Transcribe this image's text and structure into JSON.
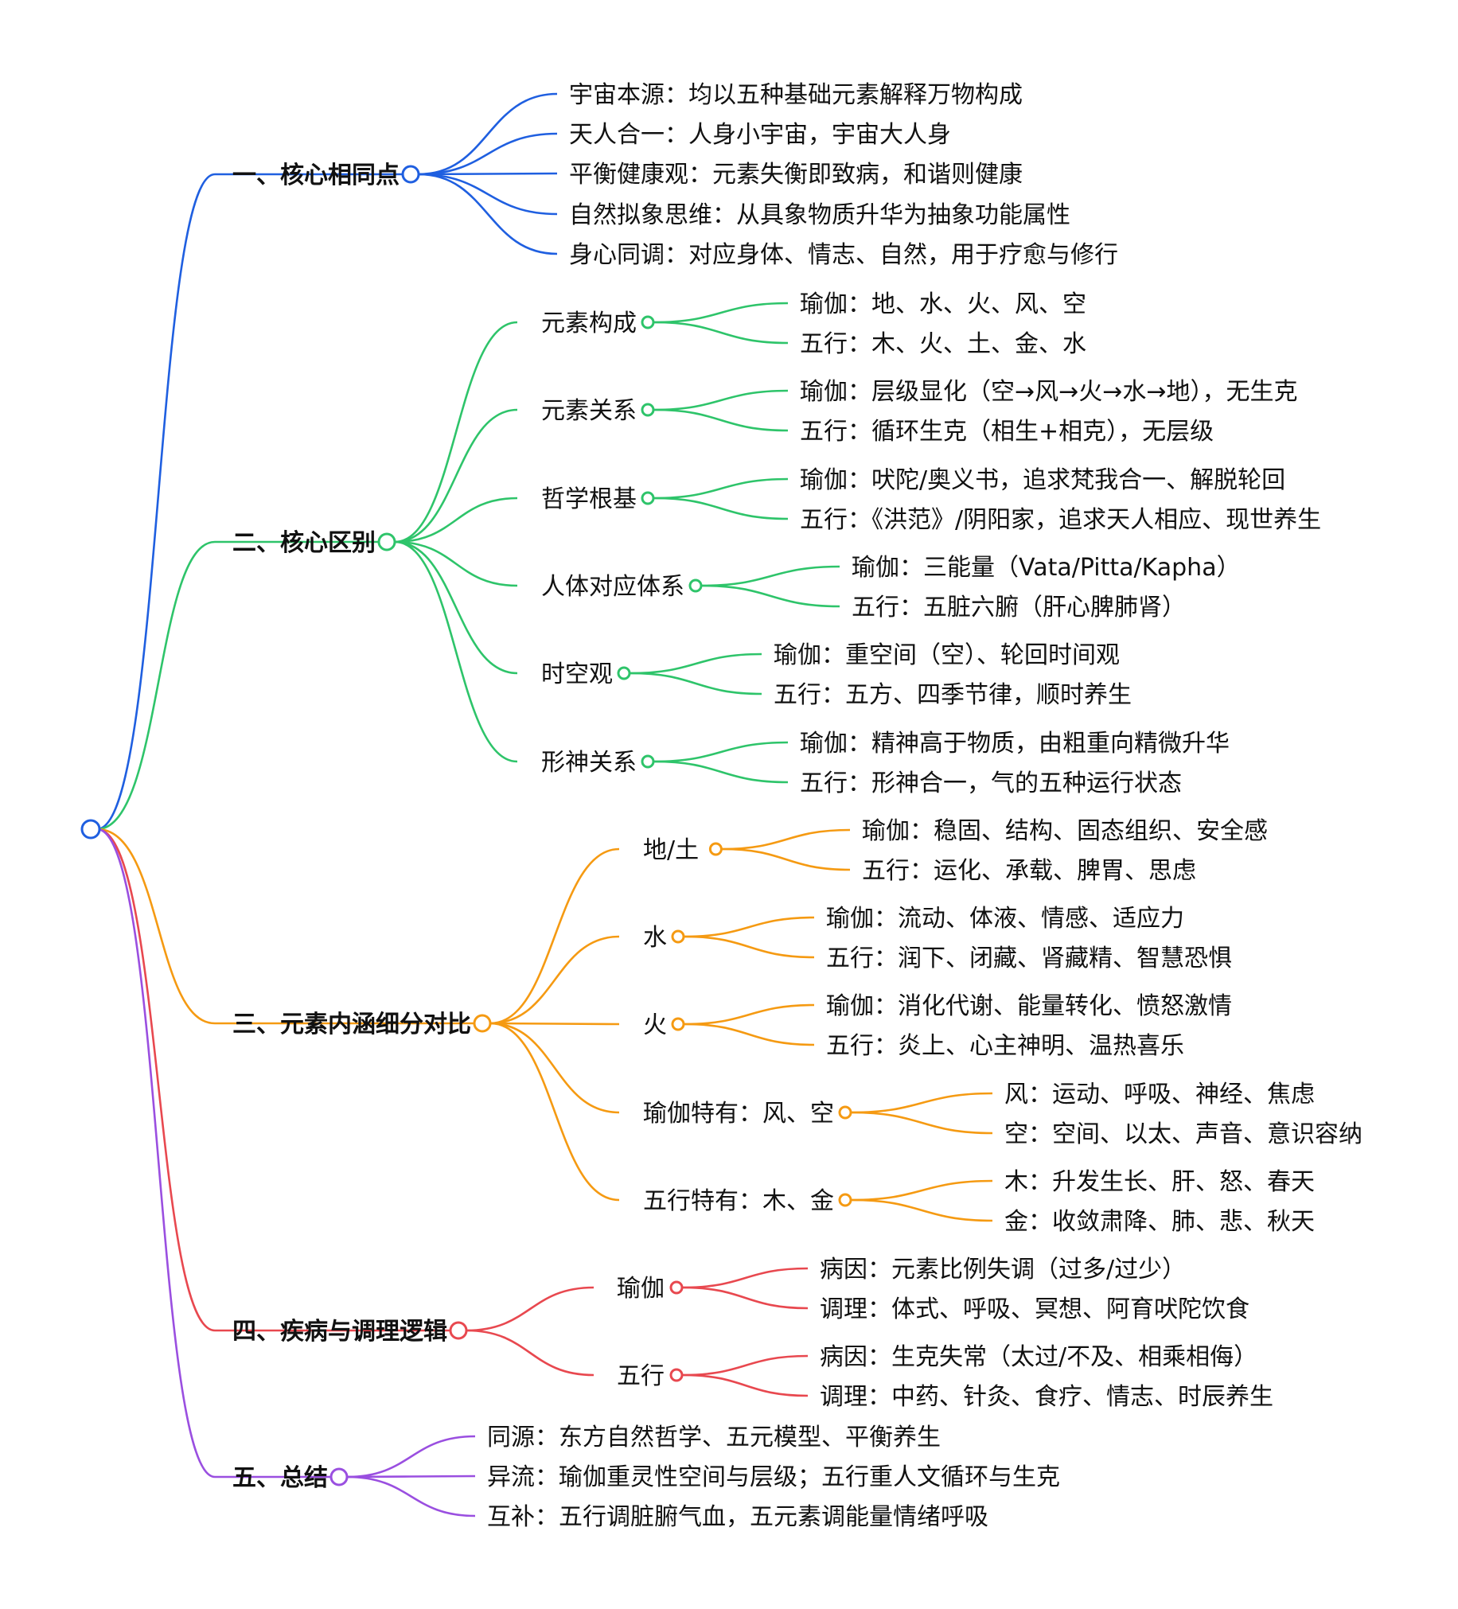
{
  "root": {
    "label": ""
  },
  "colors": {
    "blue": "#1f5fe0",
    "green": "#2ec46a",
    "orange": "#f59a12",
    "red": "#e8484f",
    "purple": "#9a4fe0"
  },
  "categories": [
    {
      "label": "一、核心相同点",
      "color": "blue",
      "leaves": [
        "宇宙本源：均以五种基础元素解释万物构成",
        "天人合一：人身小宇宙，宇宙大人身",
        "平衡健康观：元素失衡即致病，和谐则健康",
        "自然拟象思维：从具象物质升华为抽象功能属性",
        "身心同调：对应身体、情志、自然，用于疗愈与修行"
      ]
    },
    {
      "label": "二、核心区别",
      "color": "green",
      "subs": [
        {
          "label": "元素构成",
          "leaves": [
            "瑜伽：地、水、火、风、空",
            "五行：木、火、土、金、水"
          ]
        },
        {
          "label": "元素关系",
          "leaves": [
            "瑜伽：层级显化（空→风→火→水→地），无生克",
            "五行：循环生克（相生+相克），无层级"
          ]
        },
        {
          "label": "哲学根基",
          "leaves": [
            "瑜伽：吠陀/奥义书，追求梵我合一、解脱轮回",
            "五行：《洪范》/阴阳家，追求天人相应、现世养生"
          ]
        },
        {
          "label": "人体对应体系",
          "leaves": [
            "瑜伽：三能量（Vata/Pitta/Kapha）",
            "五行：五脏六腑（肝心脾肺肾）"
          ]
        },
        {
          "label": "时空观",
          "leaves": [
            "瑜伽：重空间（空）、轮回时间观",
            "五行：五方、四季节律，顺时养生"
          ]
        },
        {
          "label": "形神关系",
          "leaves": [
            "瑜伽：精神高于物质，由粗重向精微升华",
            "五行：形神合一，气的五种运行状态"
          ]
        }
      ]
    },
    {
      "label": "三、元素内涵细分对比",
      "color": "orange",
      "subs": [
        {
          "label": "地/土",
          "leaves": [
            "瑜伽：稳固、结构、固态组织、安全感",
            "五行：运化、承载、脾胃、思虑"
          ]
        },
        {
          "label": "水",
          "leaves": [
            "瑜伽：流动、体液、情感、适应力",
            "五行：润下、闭藏、肾藏精、智慧恐惧"
          ]
        },
        {
          "label": "火",
          "leaves": [
            "瑜伽：消化代谢、能量转化、愤怒激情",
            "五行：炎上、心主神明、温热喜乐"
          ]
        },
        {
          "label": "瑜伽特有：风、空",
          "leaves": [
            "风：运动、呼吸、神经、焦虑",
            "空：空间、以太、声音、意识容纳"
          ]
        },
        {
          "label": "五行特有：木、金",
          "leaves": [
            "木：升发生长、肝、怒、春天",
            "金：收敛肃降、肺、悲、秋天"
          ]
        }
      ]
    },
    {
      "label": "四、疾病与调理逻辑",
      "color": "red",
      "subs": [
        {
          "label": "瑜伽",
          "leaves": [
            "病因：元素比例失调（过多/过少）",
            "调理：体式、呼吸、冥想、阿育吠陀饮食"
          ]
        },
        {
          "label": "五行",
          "leaves": [
            "病因：生克失常（太过/不及、相乘相侮）",
            "调理：中药、针灸、食疗、情志、时辰养生"
          ]
        }
      ]
    },
    {
      "label": "五、总结",
      "color": "purple",
      "leaves": [
        "同源：东方自然哲学、五元模型、平衡养生",
        "异流：瑜伽重灵性空间与层级；五行重人文循环与生克",
        "互补：五行调脏腑气血，五元素调能量情绪呼吸"
      ]
    }
  ]
}
